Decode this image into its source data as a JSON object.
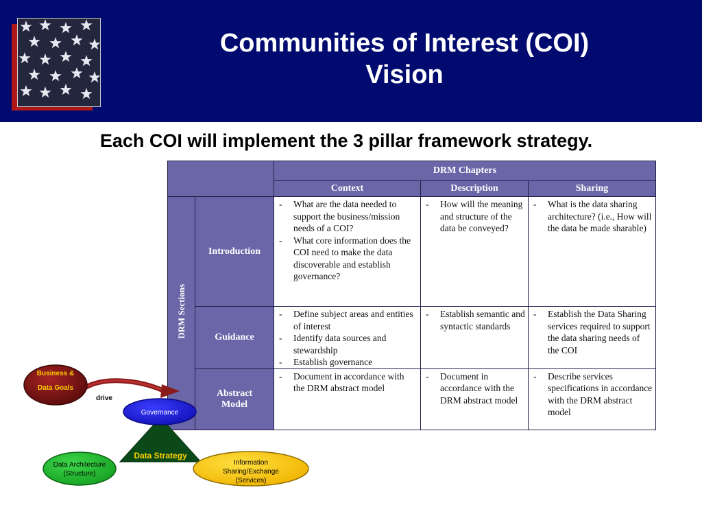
{
  "header": {
    "title_line1": "Communities of Interest (COI)",
    "title_line2": "Vision",
    "subtitle": "Each COI will implement the 3 pillar framework strategy."
  },
  "colors": {
    "banner": "#010a6e",
    "table_header": "#6a66a8",
    "business_oval": "#8b1a1a",
    "governance_oval": "#1d1ef0",
    "triangle": "#0b4a18",
    "data_arch_oval": "#22c130",
    "info_sharing_oval": "#ffcc00"
  },
  "table": {
    "group_header": "DRM Chapters",
    "columns": [
      "Context",
      "Description",
      "Sharing"
    ],
    "row_group_label": "DRM Sections",
    "rows": [
      {
        "section": "Introduction",
        "context": [
          "What are the data needed to support the business/mission needs of a COI?",
          "What core information does the COI need to make the data discoverable and establish governance?"
        ],
        "description": [
          "How will the meaning and structure of the data be conveyed?"
        ],
        "sharing": [
          "What is the data sharing architecture? (i.e., How will the data be made sharable)"
        ]
      },
      {
        "section": "Guidance",
        "context": [
          "Define subject areas and entities of interest",
          "Identify data sources and stewardship",
          "Establish governance"
        ],
        "description": [
          "Establish semantic and syntactic standards"
        ],
        "sharing": [
          "Establish the Data Sharing services required to support the data sharing needs of the COI"
        ]
      },
      {
        "section_line1": "Abstract",
        "section_line2": "Model",
        "context": [
          "Document in accordance with the DRM abstract model"
        ],
        "description": [
          "Document in accordance with the DRM abstract model"
        ],
        "sharing": [
          "Describe services specifications in accordance with the DRM abstract model"
        ]
      }
    ]
  },
  "diagram": {
    "business_line1": "Business &",
    "business_line2": "Data Goals",
    "drive": "drive",
    "governance": "Governance",
    "data_strategy": "Data Strategy",
    "data_arch_line1": "Data Architecture",
    "data_arch_line2": "(Structure)",
    "info_line1": "Information",
    "info_line2": "Sharing/Exchange",
    "info_line3": "(Services)"
  },
  "icons": {
    "flag": "stars-flag-icon",
    "arrow": "curved-arrow-icon"
  }
}
